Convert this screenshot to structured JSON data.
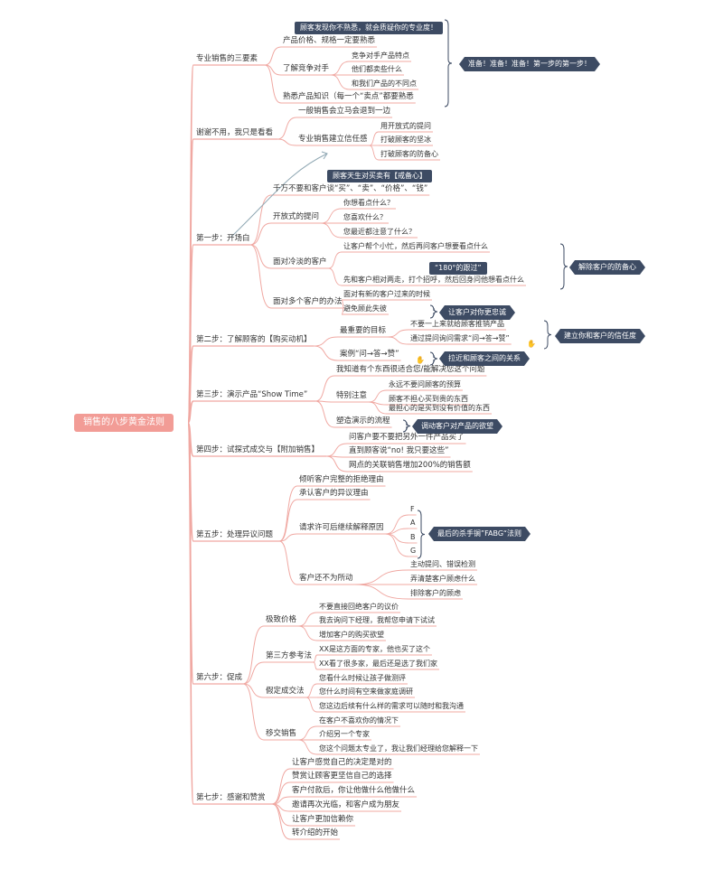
{
  "title": "销售的八步黄金法则",
  "colors": {
    "root": "#f29c96",
    "line": "#f0a8a2",
    "arrow": "#8fa7b3",
    "callout": "#3d4b63"
  },
  "steps": [
    {
      "label": "专业销售的三要素",
      "children": [
        {
          "label": "产品价格、规格一定要熟悉",
          "children": []
        },
        {
          "label": "了解竞争对手",
          "children": [
            {
              "label": "竞争对手产品特点"
            },
            {
              "label": "他们都卖些什么"
            },
            {
              "label": "和我们产品的不同点"
            }
          ]
        },
        {
          "label": "熟悉产品知识（每一个“卖点”都要熟悉",
          "children": []
        }
      ]
    },
    {
      "label": "谢谢不用，我只是看看",
      "children": [
        {
          "label": "一般销售会立马会退到一边",
          "children": []
        },
        {
          "label": "专业销售建立信任感",
          "children": [
            {
              "label": "用开放式的提问"
            },
            {
              "label": "打破顾客的坚冰"
            },
            {
              "label": "打破顾客的防备心"
            }
          ]
        }
      ]
    },
    {
      "label": "第一步：开场白",
      "children": [
        {
          "label": "千万不要和客户谈“买”、“卖”、“价格”、“钱”",
          "children": []
        },
        {
          "label": "开放式的提问",
          "children": [
            {
              "label": "你想看点什么？"
            },
            {
              "label": "您喜欢什么？"
            },
            {
              "label": "您最近都注意了什么？"
            }
          ]
        },
        {
          "label": "面对冷淡的客户",
          "children": [
            {
              "label": "让客户帮个小忙，然后再问客户想要看点什么"
            },
            {
              "label": "先和客户相对两走，打个招呼，然后回身问他想看点什么"
            }
          ]
        },
        {
          "label": "面对多个客户的办法",
          "children": [
            {
              "label": "面对有新的客户过来的时候"
            },
            {
              "label": "避免顾此失彼"
            }
          ]
        }
      ]
    },
    {
      "label": "第二步：了解顾客的【购买动机】",
      "children": [
        {
          "label": "最重要的目标",
          "children": [
            {
              "label": "不要一上来就给顾客推销产品"
            },
            {
              "label": "通过提问询问需求“问→答→赞”"
            }
          ]
        },
        {
          "label": "案例“问→答→赞”",
          "children": []
        }
      ]
    },
    {
      "label": "第三步：演示产品“Show Time”",
      "children": [
        {
          "label": "我知道有个东西很适合您/能解决您这个问题",
          "children": []
        },
        {
          "label": "特别注意",
          "children": [
            {
              "label": "永远不要问顾客的预算"
            },
            {
              "label": "顾客不担心买到贵的东西"
            },
            {
              "label": "最担心的是买到没有价值的东西"
            }
          ]
        },
        {
          "label": "塑造演示的流程",
          "children": []
        }
      ]
    },
    {
      "label": "第四步：试探式成交与【附加销售】",
      "children": [
        {
          "label": "问客户要不要把另外一件产品买了",
          "children": []
        },
        {
          "label": "直到顾客说“no! 我只要这些”",
          "children": []
        },
        {
          "label": "网点的关联销售增加200%的销售额",
          "children": []
        }
      ]
    },
    {
      "label": "第五步：处理异议问题",
      "children": [
        {
          "label": "倾听客户完整的拒绝理由",
          "children": []
        },
        {
          "label": "承认客户的异议理由",
          "children": []
        },
        {
          "label": "请求许可后继续解释原因",
          "children": [
            {
              "label": "F"
            },
            {
              "label": "A"
            },
            {
              "label": "B"
            },
            {
              "label": "G"
            }
          ]
        },
        {
          "label": "客户还不为所动",
          "children": [
            {
              "label": "主动提问、错误检测"
            },
            {
              "label": "弄清楚客户顾虑什么"
            },
            {
              "label": "排除客户的顾虑"
            }
          ]
        }
      ]
    },
    {
      "label": "第六步：促成",
      "children": [
        {
          "label": "极致价格",
          "children": [
            {
              "label": "不要直接回绝客户的议价"
            },
            {
              "label": "我去询问下经理，我帮您申请下试试"
            },
            {
              "label": "增加客户的购买欲望"
            }
          ]
        },
        {
          "label": "第三方参考法",
          "children": [
            {
              "label": "XX是这方面的专家，他也买了这个"
            },
            {
              "label": "XX看了很多家，最后还是选了我们家"
            }
          ]
        },
        {
          "label": "假定成交法",
          "children": [
            {
              "label": "您看什么时候让孩子做测评"
            },
            {
              "label": "您什么时间有空来做家庭调研"
            },
            {
              "label": "您这边后续有什么样的需求可以随时和我沟通"
            }
          ]
        },
        {
          "label": "移交销售",
          "children": [
            {
              "label": "在客户不喜欢你的情况下"
            },
            {
              "label": "介绍另一个专家"
            },
            {
              "label": "您这个问题太专业了，我让我们经理给您解释一下"
            }
          ]
        }
      ]
    },
    {
      "label": "第七步：感谢和赞赏",
      "children": [
        {
          "label": "让客户感觉自己的决定是对的",
          "children": []
        },
        {
          "label": "赞赏让顾客更坚信自己的选择",
          "children": []
        },
        {
          "label": "客户付款后，你让他做什么他做什么",
          "children": []
        },
        {
          "label": "邀请再次光临，和客户成为朋友",
          "children": []
        },
        {
          "label": "让客户更加信赖你",
          "children": []
        },
        {
          "label": "转介绍的开始",
          "children": []
        }
      ]
    }
  ],
  "callouts": [
    "顾客发现你不熟悉，就会质疑你的专业度！",
    "顾客天生对买卖有【戒备心】",
    "“180°的跟过”"
  ],
  "summaries": [
    "准备！准备！准备！第一步的第一步！",
    "解除客户的防备心",
    "让客户对你更忠诚",
    "建立你和客户的信任度",
    "拉近和顾客之间的关系",
    "调动客户对产品的欲望",
    "最后的杀手锏”FABG“法则"
  ]
}
